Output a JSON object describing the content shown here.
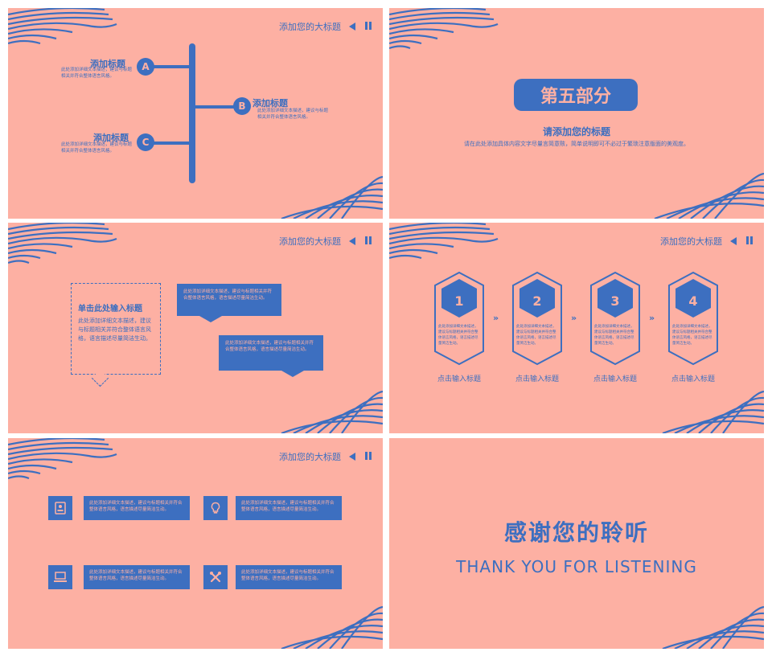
{
  "header": {
    "title": "添加您的大标题"
  },
  "slide1": {
    "items": [
      {
        "letter": "A",
        "title": "添加标题",
        "desc": "此处添加详细文本描述，建议与标题相关并符合整体语言风格。"
      },
      {
        "letter": "B",
        "title": "添加标题",
        "desc": "此处添加详细文本描述，建议与标题相关并符合整体语言风格。"
      },
      {
        "letter": "C",
        "title": "添加标题",
        "desc": "此处添加详细文本描述，建议与标题相关并符合整体语言风格。"
      }
    ]
  },
  "slide2": {
    "section": "第五部分",
    "subtitle": "请添加您的标题",
    "desc": "请在此处添加具体内容文字尽量言简意赅，简单说明即可不必过于繁琐注意版面的美观度。"
  },
  "slide3": {
    "title": "单击此处输入标题",
    "desc": "此处添加详细文本描述，建议与标题相关并符合整体语言风格，语言描述尽量简洁生动。",
    "bubble1": "此处添加详细文本描述，建议与标题相关并符合整体语言风格，语言描述尽量简洁生动。",
    "bubble2": "此处添加详细文本描述，建议与标题相关并符合整体语言风格，语言描述尽量简洁生动。"
  },
  "slide4": {
    "steps": [
      {
        "num": "1",
        "desc": "此处添加详细文本描述，建议与标题相关并符合整体语言风格，语言描述尽量简洁生动。",
        "label": "点击输入标题"
      },
      {
        "num": "2",
        "desc": "此处添加详细文本描述，建议与标题相关并符合整体语言风格，语言描述尽量简洁生动。",
        "label": "点击输入标题"
      },
      {
        "num": "3",
        "desc": "此处添加详细文本描述，建议与标题相关并符合整体语言风格，语言描述尽量简洁生动。",
        "label": "点击输入标题"
      },
      {
        "num": "4",
        "desc": "此处添加详细文本描述，建议与标题相关并符合整体语言风格，语言描述尽量简洁生动。",
        "label": "点击输入标题"
      }
    ]
  },
  "slide5": {
    "items": [
      {
        "icon": "id-card-icon",
        "desc": "此处添加详细文本描述，建议与标题相关并符合整体语言风格，语言描述尽量简洁生动。"
      },
      {
        "icon": "lightbulb-icon",
        "desc": "此处添加详细文本描述，建议与标题相关并符合整体语言风格，语言描述尽量简洁生动。"
      },
      {
        "icon": "laptop-icon",
        "desc": "此处添加详细文本描述，建议与标题相关并符合整体语言风格，语言描述尽量简洁生动。"
      },
      {
        "icon": "tools-icon",
        "desc": "此处添加详细文本描述，建议与标题相关并符合整体语言风格，语言描述尽量简洁生动。"
      }
    ]
  },
  "slide6": {
    "title": "感谢您的聆听",
    "subtitle": "THANK YOU FOR LISTENING"
  },
  "colors": {
    "background": "#fdb0a3",
    "accent": "#3d6fc0"
  }
}
